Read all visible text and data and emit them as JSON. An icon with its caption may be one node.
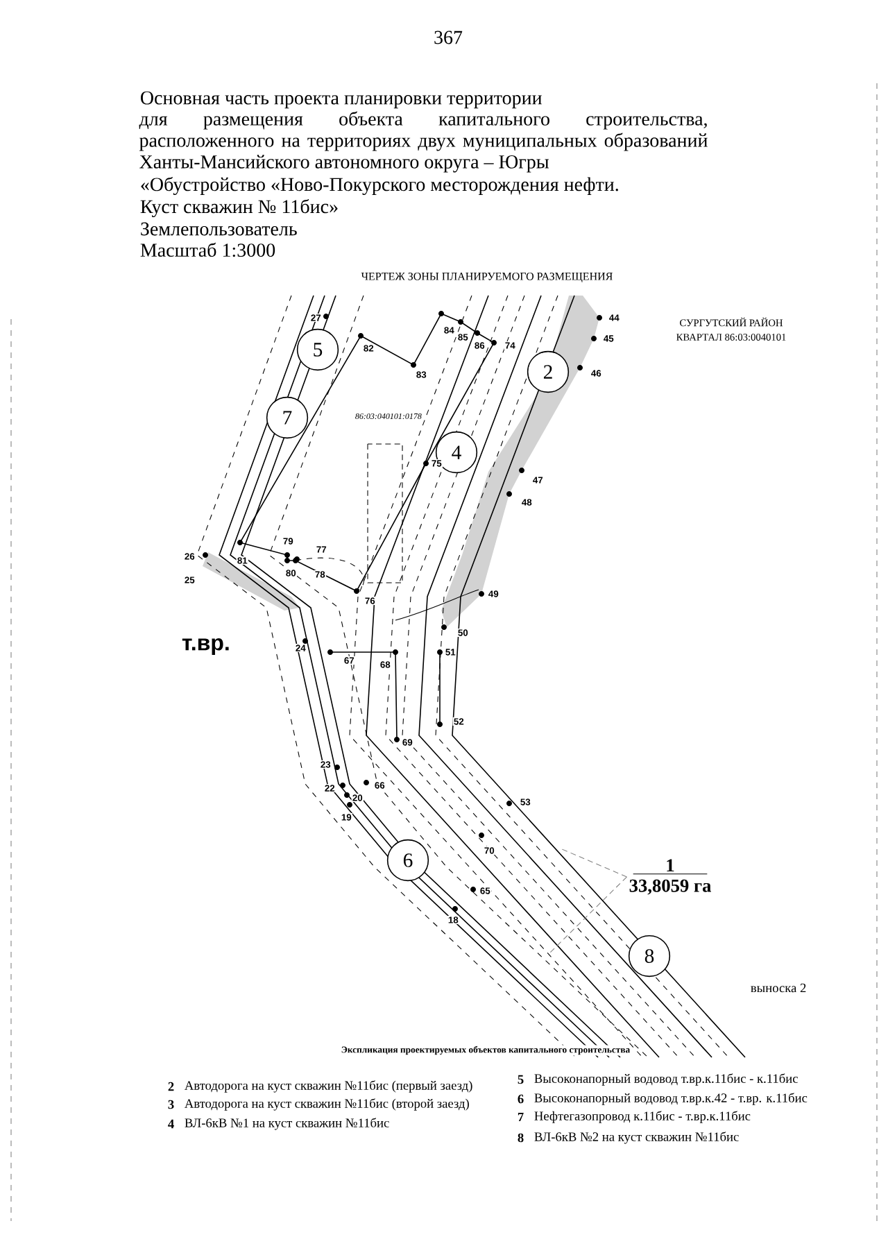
{
  "diagram": {
    "title": "ЧЕРТЕЖ ЗОНЫ ПЛАНИРУЕМОГО РАЗМЕЩЕНИЯ",
    "nodes": [
      {
        "text": [
          "5"
        ]
      },
      {
        "text": [
          "2"
        ]
      },
      {
        "text": [
          "7"
        ]
      },
      {
        "text": [
          "4"
        ]
      },
      {
        "text": [
          "6"
        ]
      },
      {
        "text": [
          "1",
          "33,8059 га"
        ]
      },
      {
        "text": [
          "8"
        ]
      }
    ],
    "edges": [
      {
        "from": 5,
        "to": null,
        "arrow": "none",
        "style": "dashed"
      },
      {
        "from": 5,
        "to": null,
        "arrow": "none",
        "style": "dashed"
      }
    ],
    "labels": [
      "367",
      "Основная часть проекта планировки территории",
      "для размещения объекта капитального строительства, расположенного на территориях двух муниципальных образований Ханты-Мансийского автономного округа – Югры",
      "«Обустройство «Ново-Покурского месторождения нефти.",
      "Куст скважин № 11бис»",
      "Землепользователь",
      "Масштаб 1:3000",
      "СУРГУТСКИЙ РАЙОН",
      "КВАРТАЛ 86:03:0040101",
      "27",
      "84",
      "44",
      "85",
      "86",
      "74",
      "45",
      "82",
      "83",
      "46",
      "86:03:040101:0178",
      "75",
      "47",
      "48",
      "79",
      "77",
      "81",
      "26",
      "80",
      "78",
      "25",
      "49",
      "76",
      "50",
      "т.вр.",
      "24",
      "51",
      "67",
      "68",
      "52",
      "69",
      "23",
      "66",
      "22",
      "20",
      "19",
      "53",
      "70",
      "65",
      "18",
      "выноска 2",
      "Экспликация проектируемых объектов капитального строительства",
      "2",
      "Автодорога на куст скважин №11бис (первый заезд)",
      "5",
      "Высоконапорный водовод т.вр.к.11бис - к.11бис",
      "3",
      "Автодорога на куст скважин №11бис (второй заезд)",
      "6",
      "Высоконапорный водовод т.вр.к.42 - т.вр. к.11бис",
      "4",
      "ВЛ-6кВ №1 на куст скважин №11бис",
      "7",
      "Нефтегазопровод к.11бис - т.вр.к.11бис",
      "8",
      "ВЛ-6кВ №2 на куст скважин №11бис"
    ]
  }
}
